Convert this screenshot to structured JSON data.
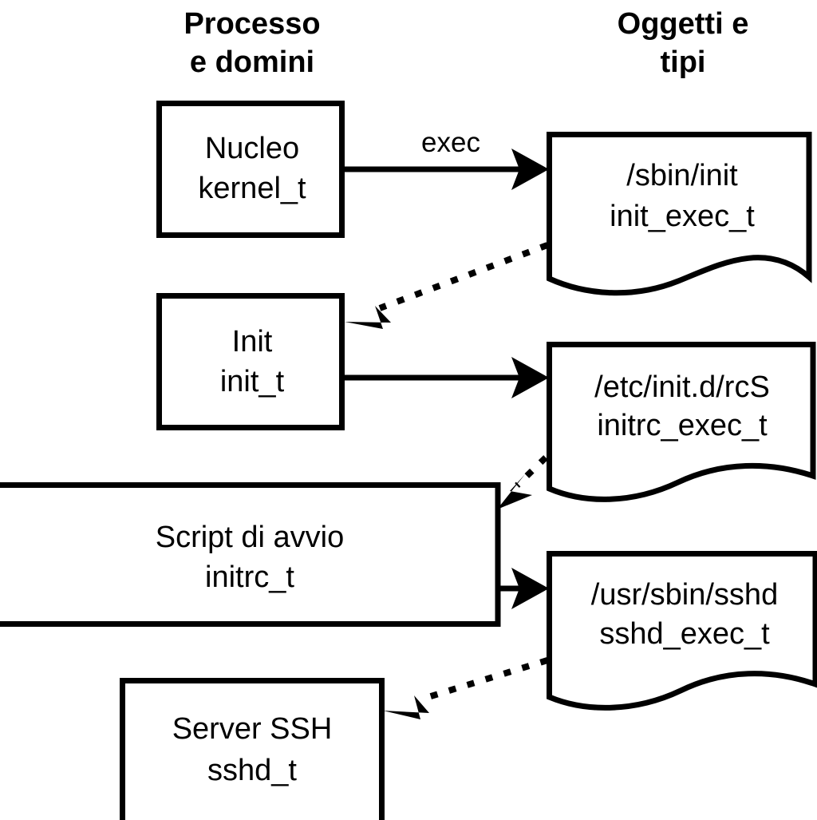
{
  "diagram": {
    "title_present": false,
    "colors": {
      "stroke": "#000000",
      "fill": "#ffffff",
      "background": "#ffffff"
    },
    "columns": [
      {
        "id": "col-process",
        "label_line1": "Processo",
        "label_line2": "e domini"
      },
      {
        "id": "col-objects",
        "label_line1": "Oggetti e",
        "label_line2": "tipi"
      }
    ],
    "process_nodes": [
      {
        "id": "node-kernel",
        "line1": "Nucleo",
        "line2": "kernel_t"
      },
      {
        "id": "node-init",
        "line1": "Init",
        "line2": "init_t"
      },
      {
        "id": "node-initrc",
        "line1": "Script di avvio",
        "line2": "initrc_t"
      },
      {
        "id": "node-sshd",
        "line1": "Server SSH",
        "line2": "sshd_t"
      }
    ],
    "object_nodes": [
      {
        "id": "doc-init-exec",
        "line1": "/sbin/init",
        "line2": "init_exec_t"
      },
      {
        "id": "doc-initrc-exec",
        "line1": "/etc/init.d/rcS",
        "line2": "initrc_exec_t"
      },
      {
        "id": "doc-sshd-exec",
        "line1": "/usr/sbin/sshd",
        "line2": "sshd_exec_t"
      }
    ],
    "edges": [
      {
        "id": "edge-kernel-exec-init",
        "from": "node-kernel",
        "to": "doc-init-exec",
        "style": "solid",
        "label": "exec"
      },
      {
        "id": "edge-initexec-to-init",
        "from": "doc-init-exec",
        "to": "node-init",
        "style": "dotted",
        "label": ""
      },
      {
        "id": "edge-init-exec-rcs",
        "from": "node-init",
        "to": "doc-initrc-exec",
        "style": "solid",
        "label": ""
      },
      {
        "id": "edge-rcsexec-to-initrc",
        "from": "doc-initrc-exec",
        "to": "node-initrc",
        "style": "dotted",
        "label": ""
      },
      {
        "id": "edge-initrc-exec-sshd",
        "from": "node-initrc",
        "to": "doc-sshd-exec",
        "style": "solid",
        "label": ""
      },
      {
        "id": "edge-sshdexec-to-sshd",
        "from": "doc-sshd-exec",
        "to": "node-sshd",
        "style": "dotted",
        "label": ""
      }
    ]
  }
}
